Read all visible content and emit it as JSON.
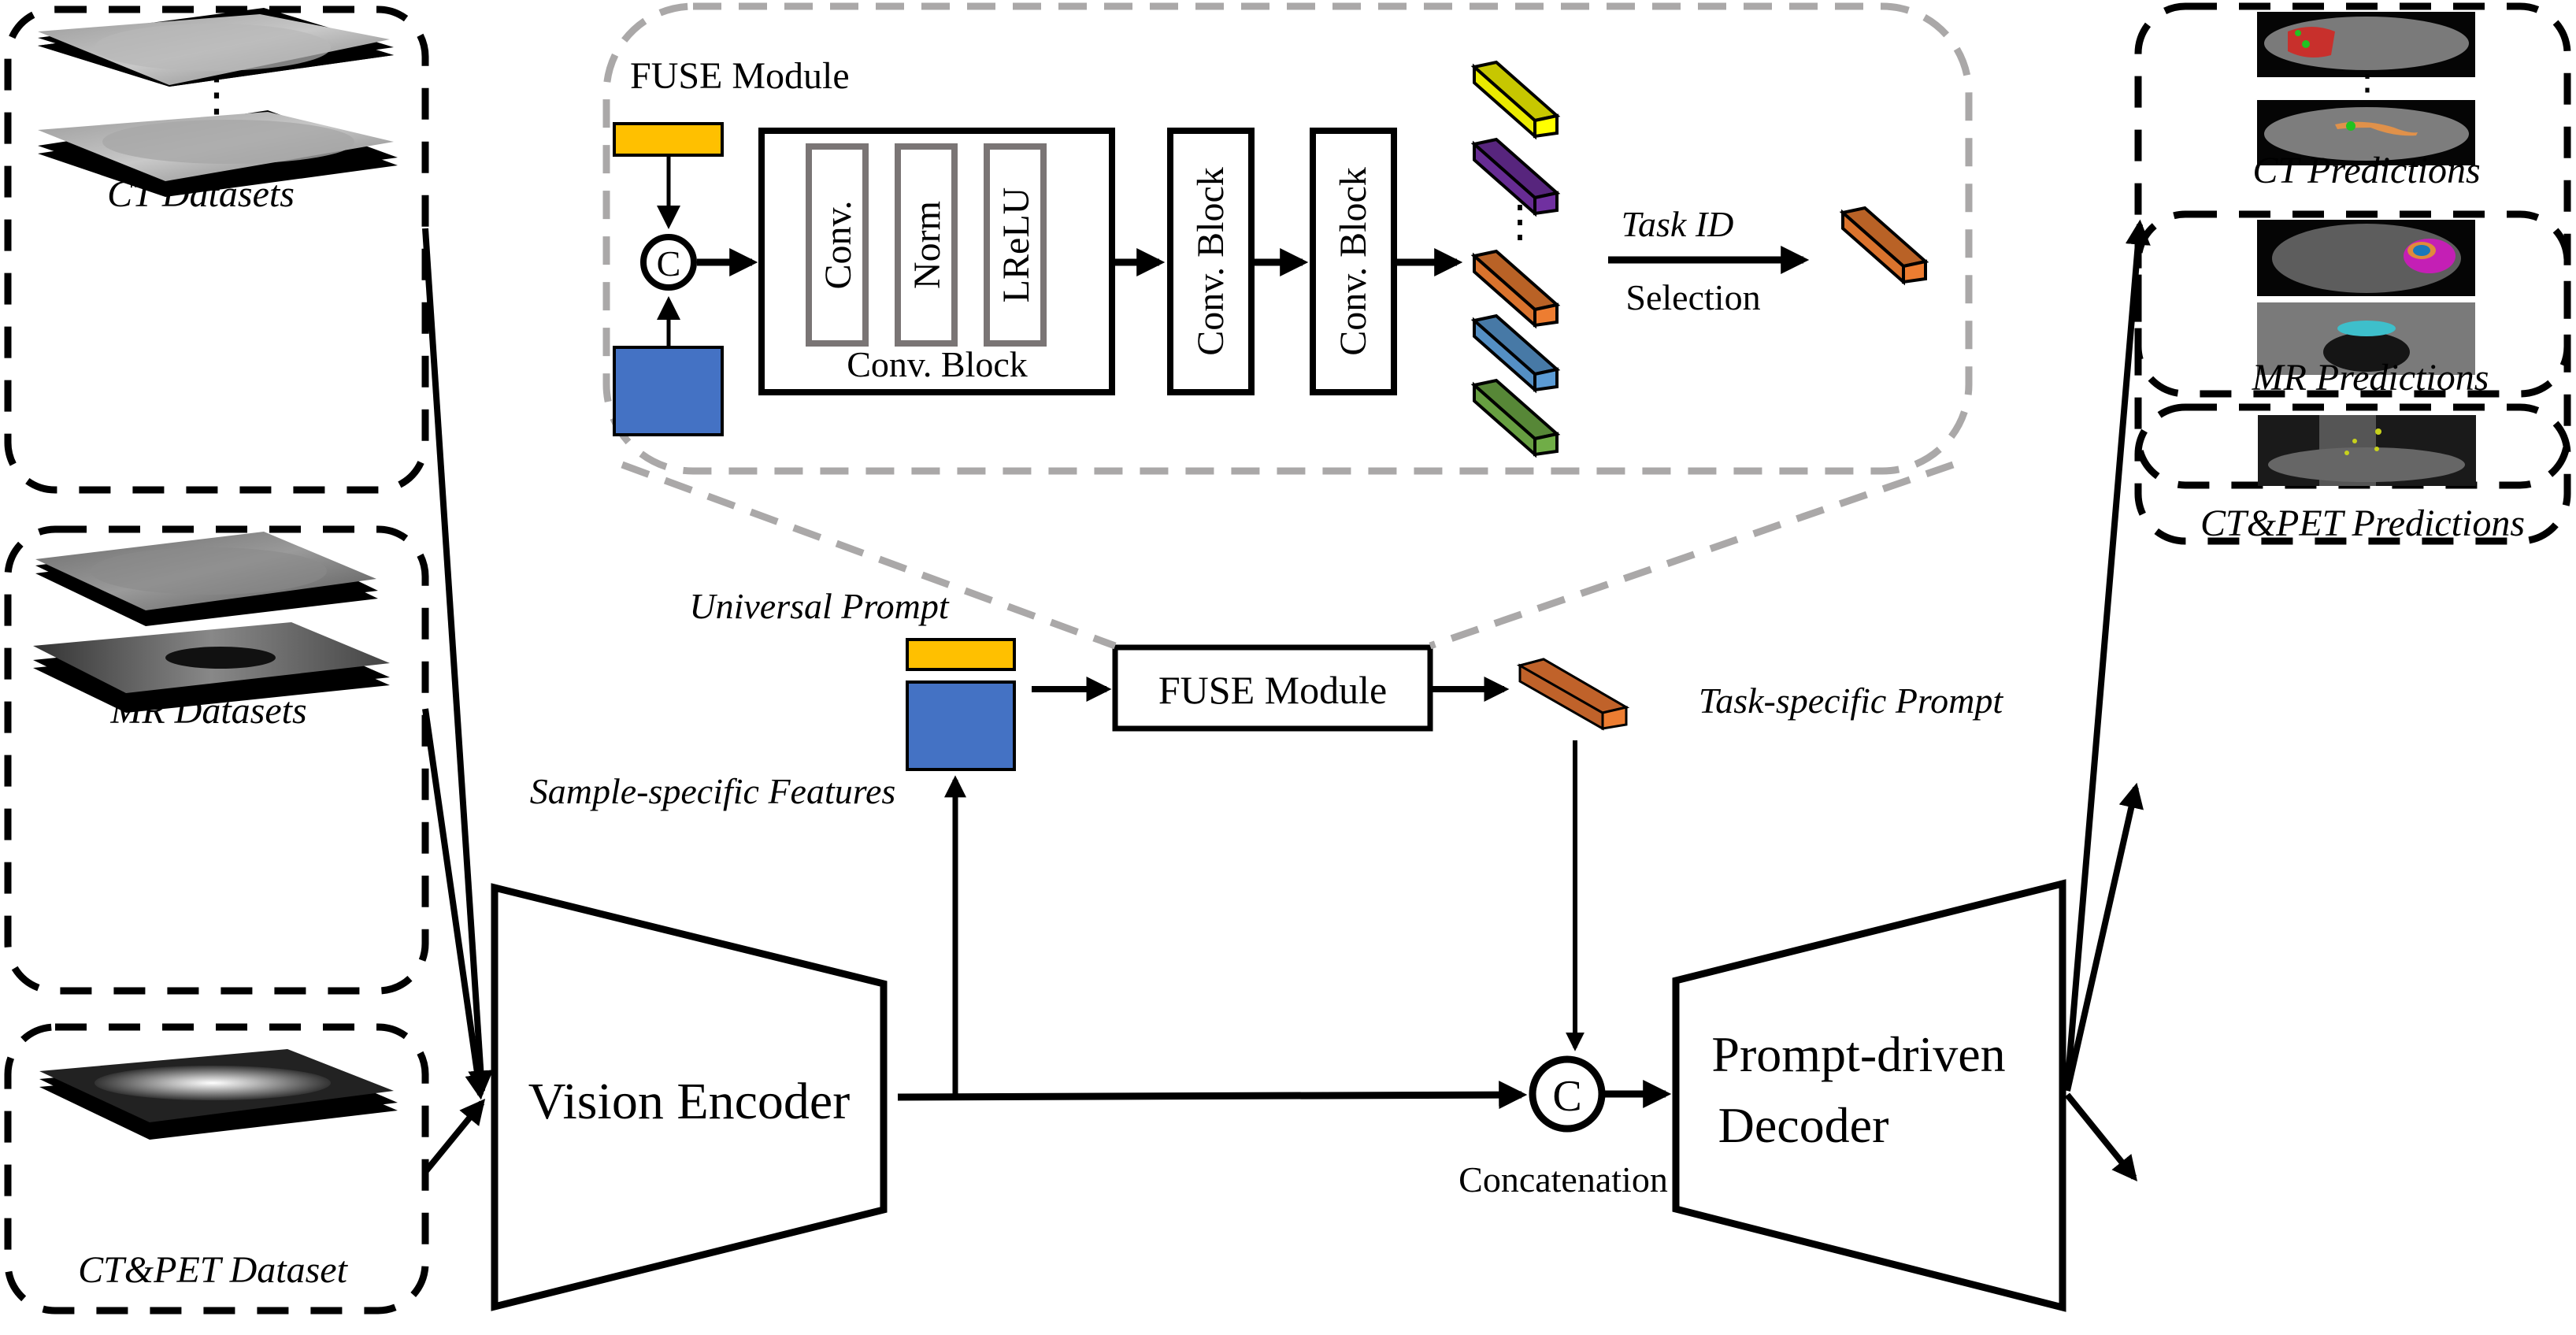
{
  "inputs": {
    "ct": {
      "label": "CT Datasets"
    },
    "mr": {
      "label": "MR Datasets"
    },
    "ctpet": {
      "label": "CT&PET Dataset"
    }
  },
  "fuse_panel": {
    "title": "FUSE Module",
    "concat_symbol": "C",
    "conv_block": {
      "label": "Conv. Block",
      "layers": [
        "Conv.",
        "Norm",
        "LReLU"
      ]
    },
    "conv_block_2": "Conv. Block",
    "conv_block_3": "Conv. Block",
    "ellipsis": "⋮",
    "task_id_label": "Task ID",
    "selection_label": "Selection",
    "prompt_colors": [
      "#ffff00",
      "#7030a0",
      "#ed7d31",
      "#5b9bd5",
      "#70ad47"
    ],
    "selected_color": "#ed7d31"
  },
  "main": {
    "universal_prompt": "Universal Prompt",
    "sample_features": "Sample-specific Features",
    "fuse_module": "FUSE Module",
    "task_prompt": "Task-specific Prompt",
    "vision_encoder": "Vision Encoder",
    "concat_symbol": "C",
    "concatenation": "Concatenation",
    "decoder_line1": "Prompt-driven",
    "decoder_line2": "Decoder",
    "prompt_color": "#ffc000",
    "feature_color": "#4472c4"
  },
  "outputs": {
    "ct": {
      "label": "CT Predictions"
    },
    "mr": {
      "label": "MR Predictions"
    },
    "ctpet": {
      "label": "CT&PET Predictions"
    }
  }
}
